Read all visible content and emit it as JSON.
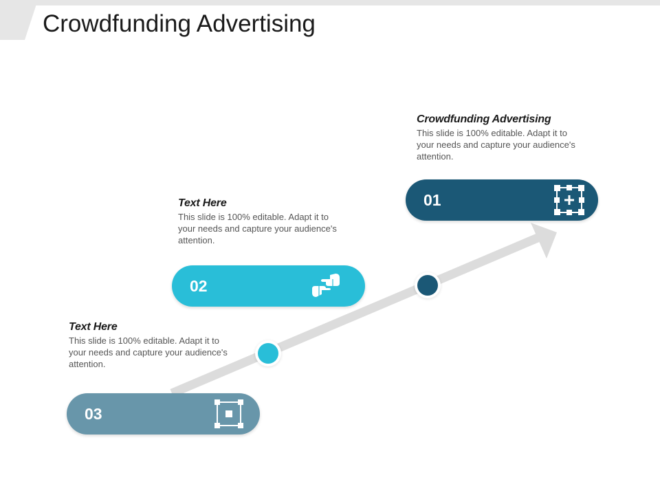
{
  "slide": {
    "title": "Crowdfunding Advertising"
  },
  "colors": {
    "dark_blue": "#1b5876",
    "cyan": "#29bed8",
    "slate": "#6896aa",
    "arrow_gray": "#dcdcdc",
    "top_bar": "#e6e6e6"
  },
  "steps": [
    {
      "number": "01",
      "heading": "Crowdfunding Advertising",
      "body": "This slide is 100% editable. Adapt it to your needs and capture your audience's attention.",
      "icon": "expand-selection-icon",
      "color": "#1b5876"
    },
    {
      "number": "02",
      "heading": "Text Here",
      "body": "This slide is 100% editable. Adapt it to your needs and capture your audience's attention.",
      "icon": "pointing-hands-icon",
      "color": "#29bed8"
    },
    {
      "number": "03",
      "heading": "Text Here",
      "body": "This slide is 100% editable. Adapt it to your needs and capture your audience's attention.",
      "icon": "selection-box-icon",
      "color": "#6896aa"
    }
  ]
}
